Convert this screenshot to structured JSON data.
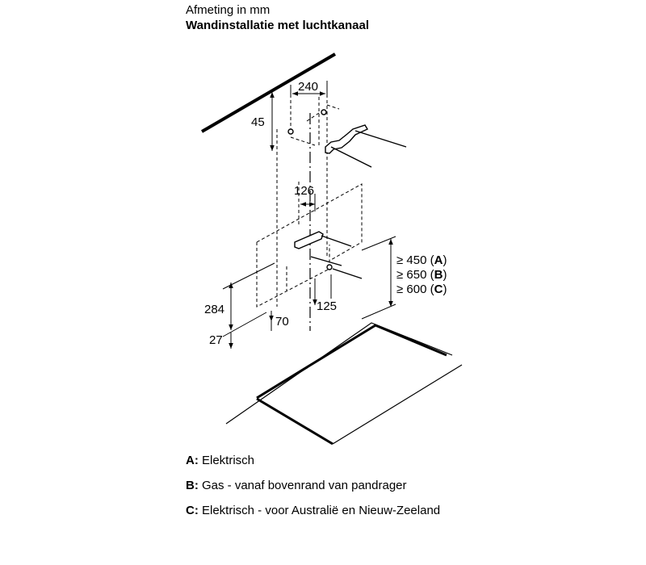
{
  "header": {
    "subtitle": "Afmeting in mm",
    "title": "Wandinstallatie met luchtkanaal"
  },
  "dimensions": {
    "d45": "45",
    "d240": "240",
    "d126": "126",
    "d284": "284",
    "d27": "27",
    "d70": "70",
    "d125": "125"
  },
  "heights": [
    {
      "prefix": "≥ 450 (",
      "key": "A",
      "suffix": ")"
    },
    {
      "prefix": "≥ 650 (",
      "key": "B",
      "suffix": ")"
    },
    {
      "prefix": "≥ 600 (",
      "key": "C",
      "suffix": ")"
    }
  ],
  "legend": [
    {
      "key": "A:",
      "text": "Elektrisch"
    },
    {
      "key": "B:",
      "text": "Gas - vanaf bovenrand van pandrager"
    },
    {
      "key": "C:",
      "text": "Elektrisch - voor Australië en Nieuw-Zeeland"
    }
  ]
}
